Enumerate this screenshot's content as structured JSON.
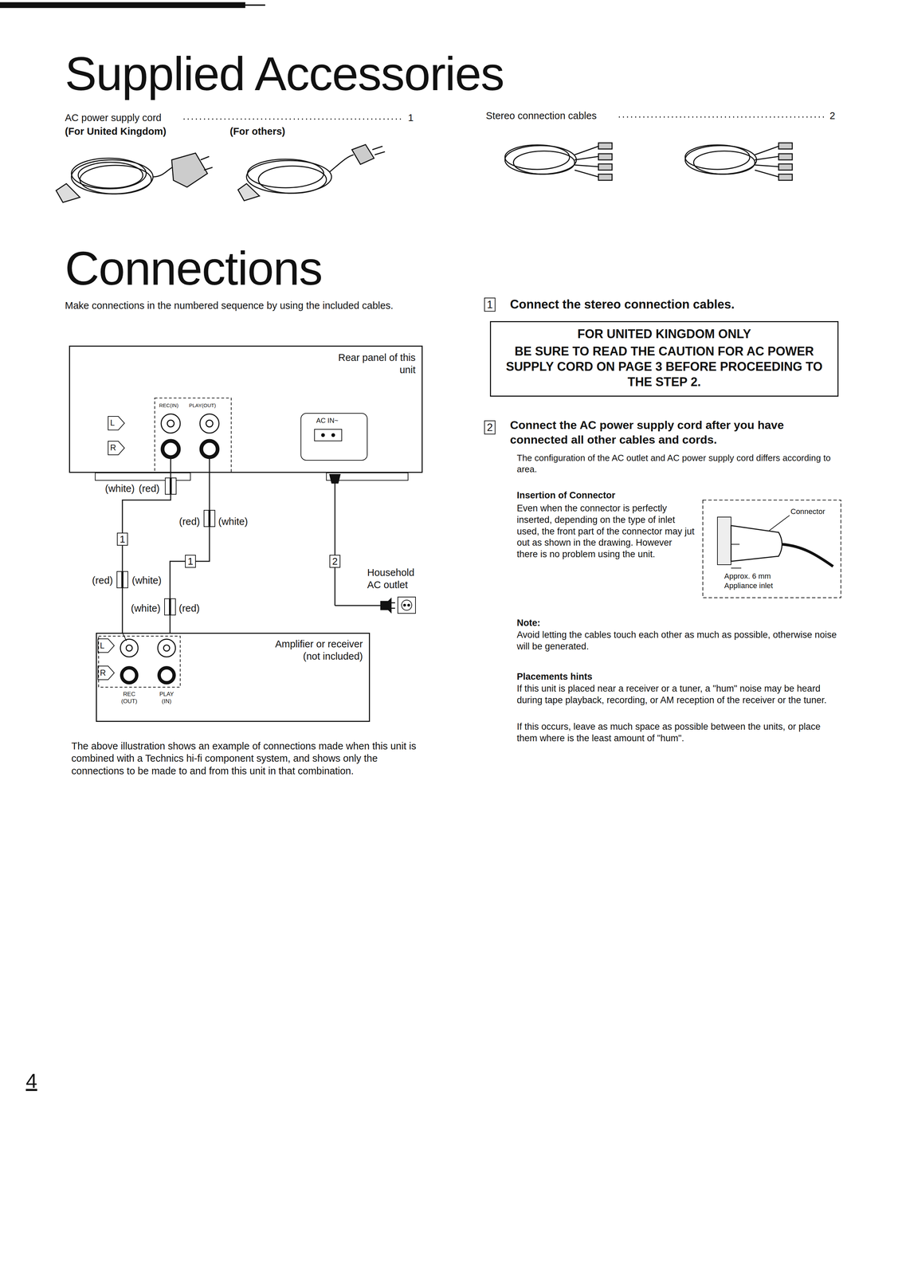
{
  "diagram": {
    "title": "Supplied Accessories",
    "nodes": [
      {
        "text": [
          "Rear panel of this unit"
        ]
      },
      {
        "text": [
          "Amplifier or receiver (not included)"
        ]
      },
      {
        "text": [
          "FOR UNITED KINGDOM ONLY",
          "BE SURE TO READ THE CAUTION FOR AC POWER SUPPLY CORD ON PAGE 3 BEFORE PROCEEDING TO THE STEP 2."
        ]
      }
    ],
    "edges": [
      {
        "from": 0,
        "to": 1,
        "label": "1",
        "arrow": "none"
      },
      {
        "from": 0,
        "to": 1,
        "label": "1",
        "arrow": "none"
      }
    ],
    "labels": [
      "AC power supply cord",
      "1",
      "(For United Kingdom)",
      "(For others)",
      "Stereo connection cables",
      "2",
      "Connections",
      "Make connections in the numbered sequence by using the included cables.",
      "REC(IN)",
      "PLAY(OUT)",
      "L",
      "R",
      "AC IN~",
      "(white)",
      "(red)",
      "(red)",
      "(white)",
      "(red)",
      "(white)",
      "(white)",
      "(red)",
      "2",
      "Household AC outlet",
      "L",
      "R",
      "REC (OUT)",
      "PLAY (IN)",
      "The above illustration shows an example of connections made when this unit is combined with a Technics hi-fi component system, and shows only the connections to be made to and from this unit in that combination.",
      "1",
      "Connect the stereo connection cables.",
      "2",
      "Connect the AC power supply cord after you have connected all other cables and cords.",
      "The configuration of the AC outlet and AC power supply cord differs according to area.",
      "Insertion of Connector",
      "Even when the connector is perfectly inserted, depending on the type of inlet used, the front part of the connector may jut out as shown in the drawing. However there is no problem using the unit.",
      "Connector",
      "Approx. 6 mm",
      "Appliance inlet",
      "Note:",
      "Avoid letting the cables touch each other as much as possible, otherwise noise will be generated.",
      "Placements hints",
      "If this unit is placed near a receiver or a tuner, a \"hum\" noise may be heard during tape playback, recording, or AM reception of the receiver or the tuner.",
      "If this occurs, leave as much space as possible between the units, or place them where is the least amount of \"hum\".",
      "4"
    ]
  }
}
